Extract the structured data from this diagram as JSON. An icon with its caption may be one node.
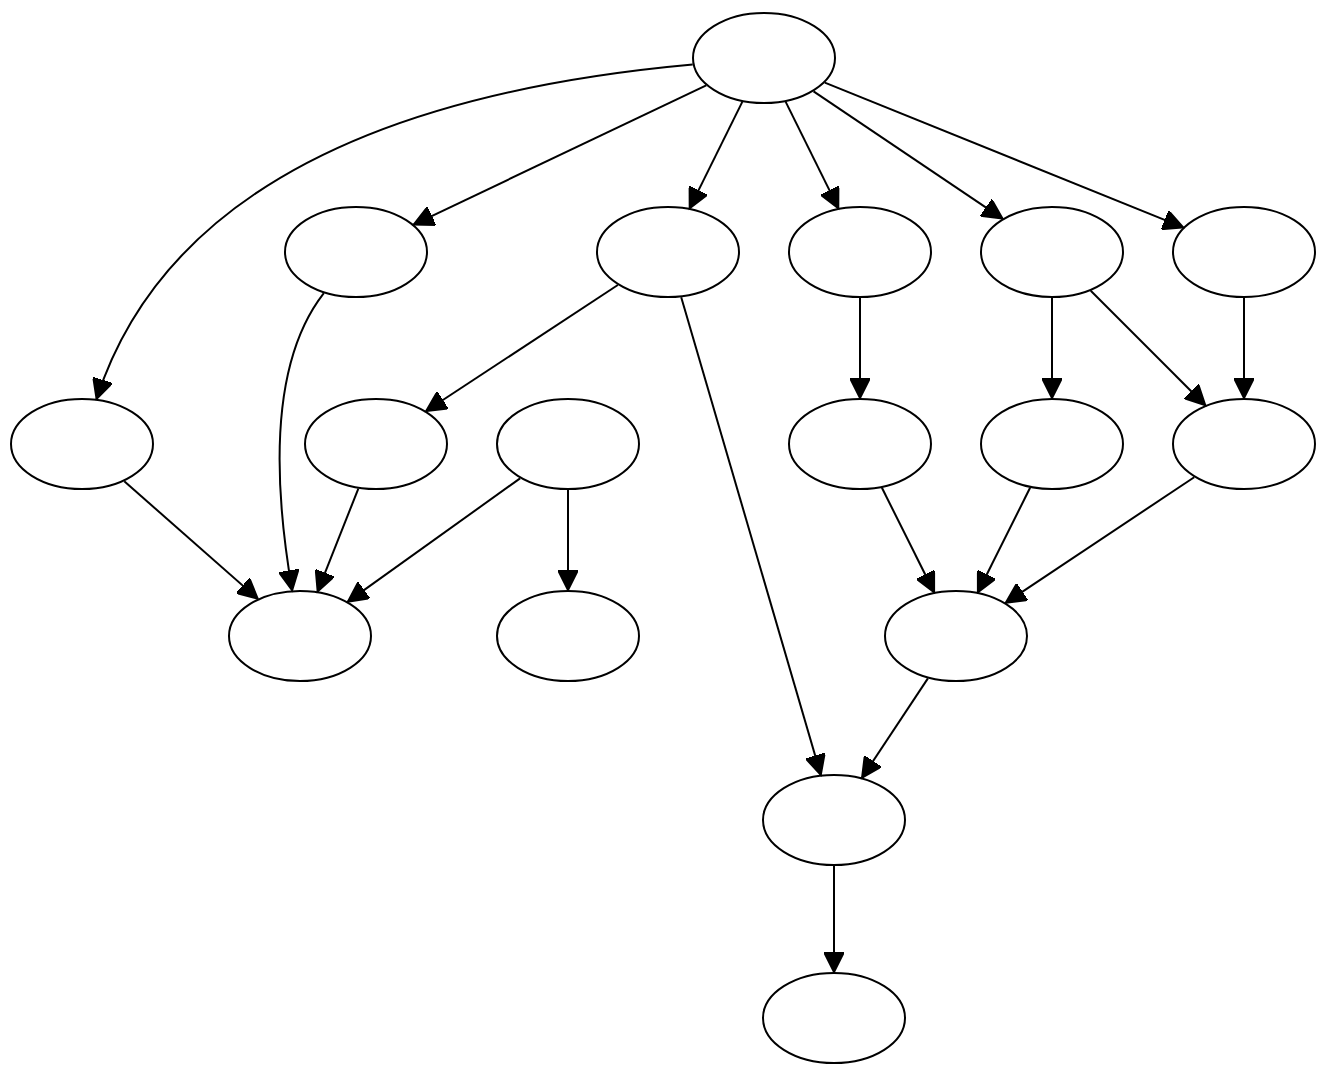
{
  "diagram": {
    "nodes": [
      {
        "text": [],
        "shape": "ellipse"
      },
      {
        "text": [],
        "shape": "ellipse"
      },
      {
        "text": [],
        "shape": "ellipse"
      },
      {
        "text": [],
        "shape": "ellipse"
      },
      {
        "text": [],
        "shape": "ellipse"
      },
      {
        "text": [],
        "shape": "ellipse"
      },
      {
        "text": [],
        "shape": "ellipse"
      },
      {
        "text": [],
        "shape": "ellipse"
      },
      {
        "text": [],
        "shape": "ellipse"
      },
      {
        "text": [],
        "shape": "ellipse"
      },
      {
        "text": [],
        "shape": "ellipse"
      },
      {
        "text": [],
        "shape": "ellipse"
      },
      {
        "text": [],
        "shape": "ellipse"
      },
      {
        "text": [],
        "shape": "ellipse"
      },
      {
        "text": [],
        "shape": "ellipse"
      },
      {
        "text": [],
        "shape": "ellipse"
      },
      {
        "text": [],
        "shape": "ellipse"
      }
    ],
    "edges": [
      {
        "from": 0,
        "to": 6,
        "arrow": "to"
      },
      {
        "from": 0,
        "to": 1,
        "arrow": "to"
      },
      {
        "from": 0,
        "to": 2,
        "arrow": "to"
      },
      {
        "from": 0,
        "to": 3,
        "arrow": "to"
      },
      {
        "from": 0,
        "to": 4,
        "arrow": "to"
      },
      {
        "from": 0,
        "to": 5,
        "arrow": "to"
      },
      {
        "from": 1,
        "to": 12,
        "arrow": "to"
      },
      {
        "from": 2,
        "to": 7,
        "arrow": "to"
      },
      {
        "from": 2,
        "to": 15,
        "arrow": "to"
      },
      {
        "from": 3,
        "to": 9,
        "arrow": "to"
      },
      {
        "from": 4,
        "to": 10,
        "arrow": "to"
      },
      {
        "from": 4,
        "to": 11,
        "arrow": "to"
      },
      {
        "from": 5,
        "to": 11,
        "arrow": "to"
      },
      {
        "from": 6,
        "to": 12,
        "arrow": "to"
      },
      {
        "from": 7,
        "to": 12,
        "arrow": "to"
      },
      {
        "from": 8,
        "to": 12,
        "arrow": "to"
      },
      {
        "from": 8,
        "to": 13,
        "arrow": "to"
      },
      {
        "from": 9,
        "to": 14,
        "arrow": "to"
      },
      {
        "from": 10,
        "to": 14,
        "arrow": "to"
      },
      {
        "from": 11,
        "to": 14,
        "arrow": "to"
      },
      {
        "from": 14,
        "to": 15,
        "arrow": "to"
      },
      {
        "from": 15,
        "to": 16,
        "arrow": "to"
      }
    ]
  }
}
